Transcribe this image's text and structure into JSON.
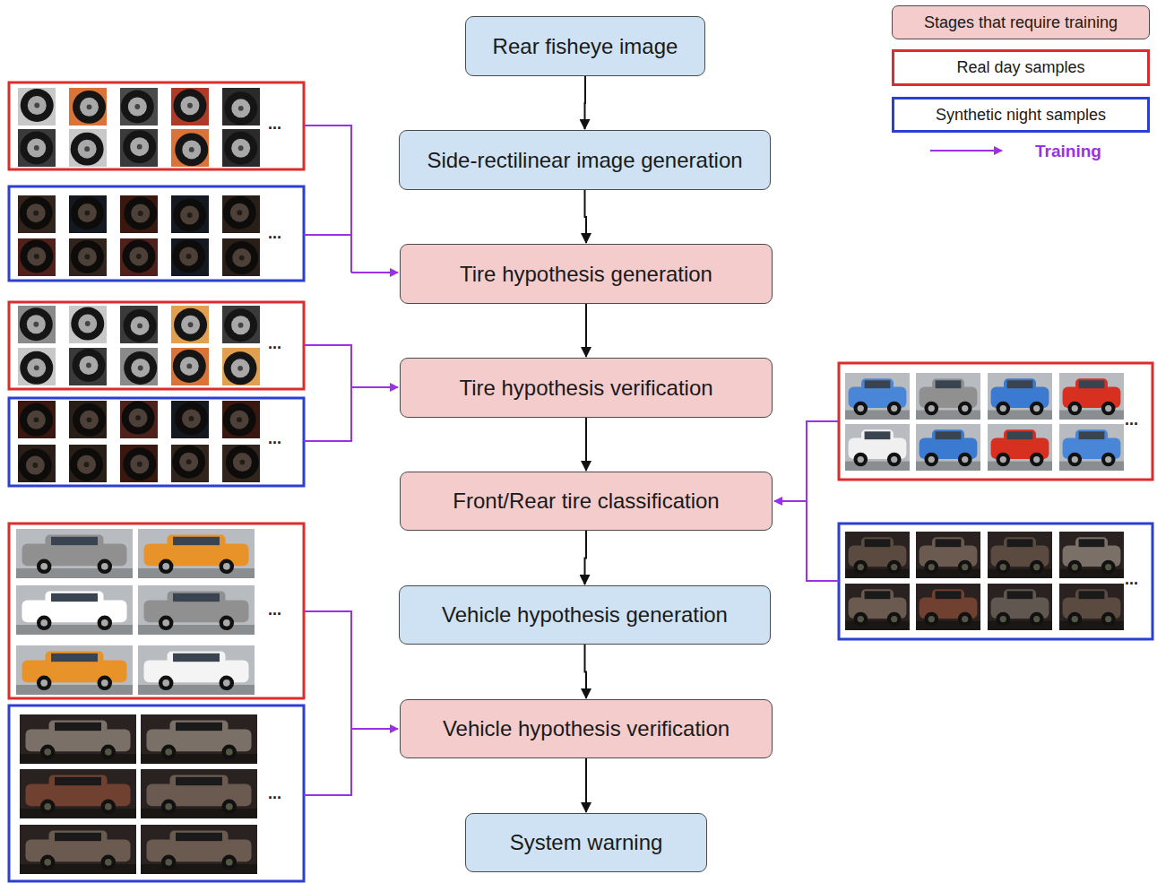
{
  "diagram": {
    "nodes": [
      {
        "text": [
          "Rear fisheye image"
        ]
      },
      {
        "text": [
          "Side-rectilinear image generation"
        ]
      },
      {
        "text": [
          "Tire hypothesis generation"
        ]
      },
      {
        "text": [
          "Tire hypothesis verification"
        ]
      },
      {
        "text": [
          "Front/Rear tire classification"
        ]
      },
      {
        "text": [
          "Vehicle hypothesis generation"
        ]
      },
      {
        "text": [
          "Vehicle hypothesis verification"
        ]
      },
      {
        "text": [
          "System warning"
        ]
      }
    ],
    "edges": [
      {
        "from": 0,
        "to": 1,
        "arrow": "to"
      },
      {
        "from": 1,
        "to": 2,
        "arrow": "to"
      },
      {
        "from": 2,
        "to": 3,
        "arrow": "to"
      },
      {
        "from": 3,
        "to": 4,
        "arrow": "to"
      },
      {
        "from": 4,
        "to": 5,
        "arrow": "to"
      },
      {
        "from": 5,
        "to": 6,
        "arrow": "to"
      },
      {
        "from": 6,
        "to": 7,
        "arrow": "to"
      }
    ],
    "labels": [
      "...",
      "...",
      "...",
      "...",
      "...",
      "...",
      "...",
      "..."
    ],
    "legend": [
      {
        "text": "Stages that require training",
        "color": "#f4cccc"
      },
      {
        "text": "Real day samples"
      },
      {
        "text": "Synthetic night samples"
      },
      {
        "text": "Training"
      }
    ]
  }
}
